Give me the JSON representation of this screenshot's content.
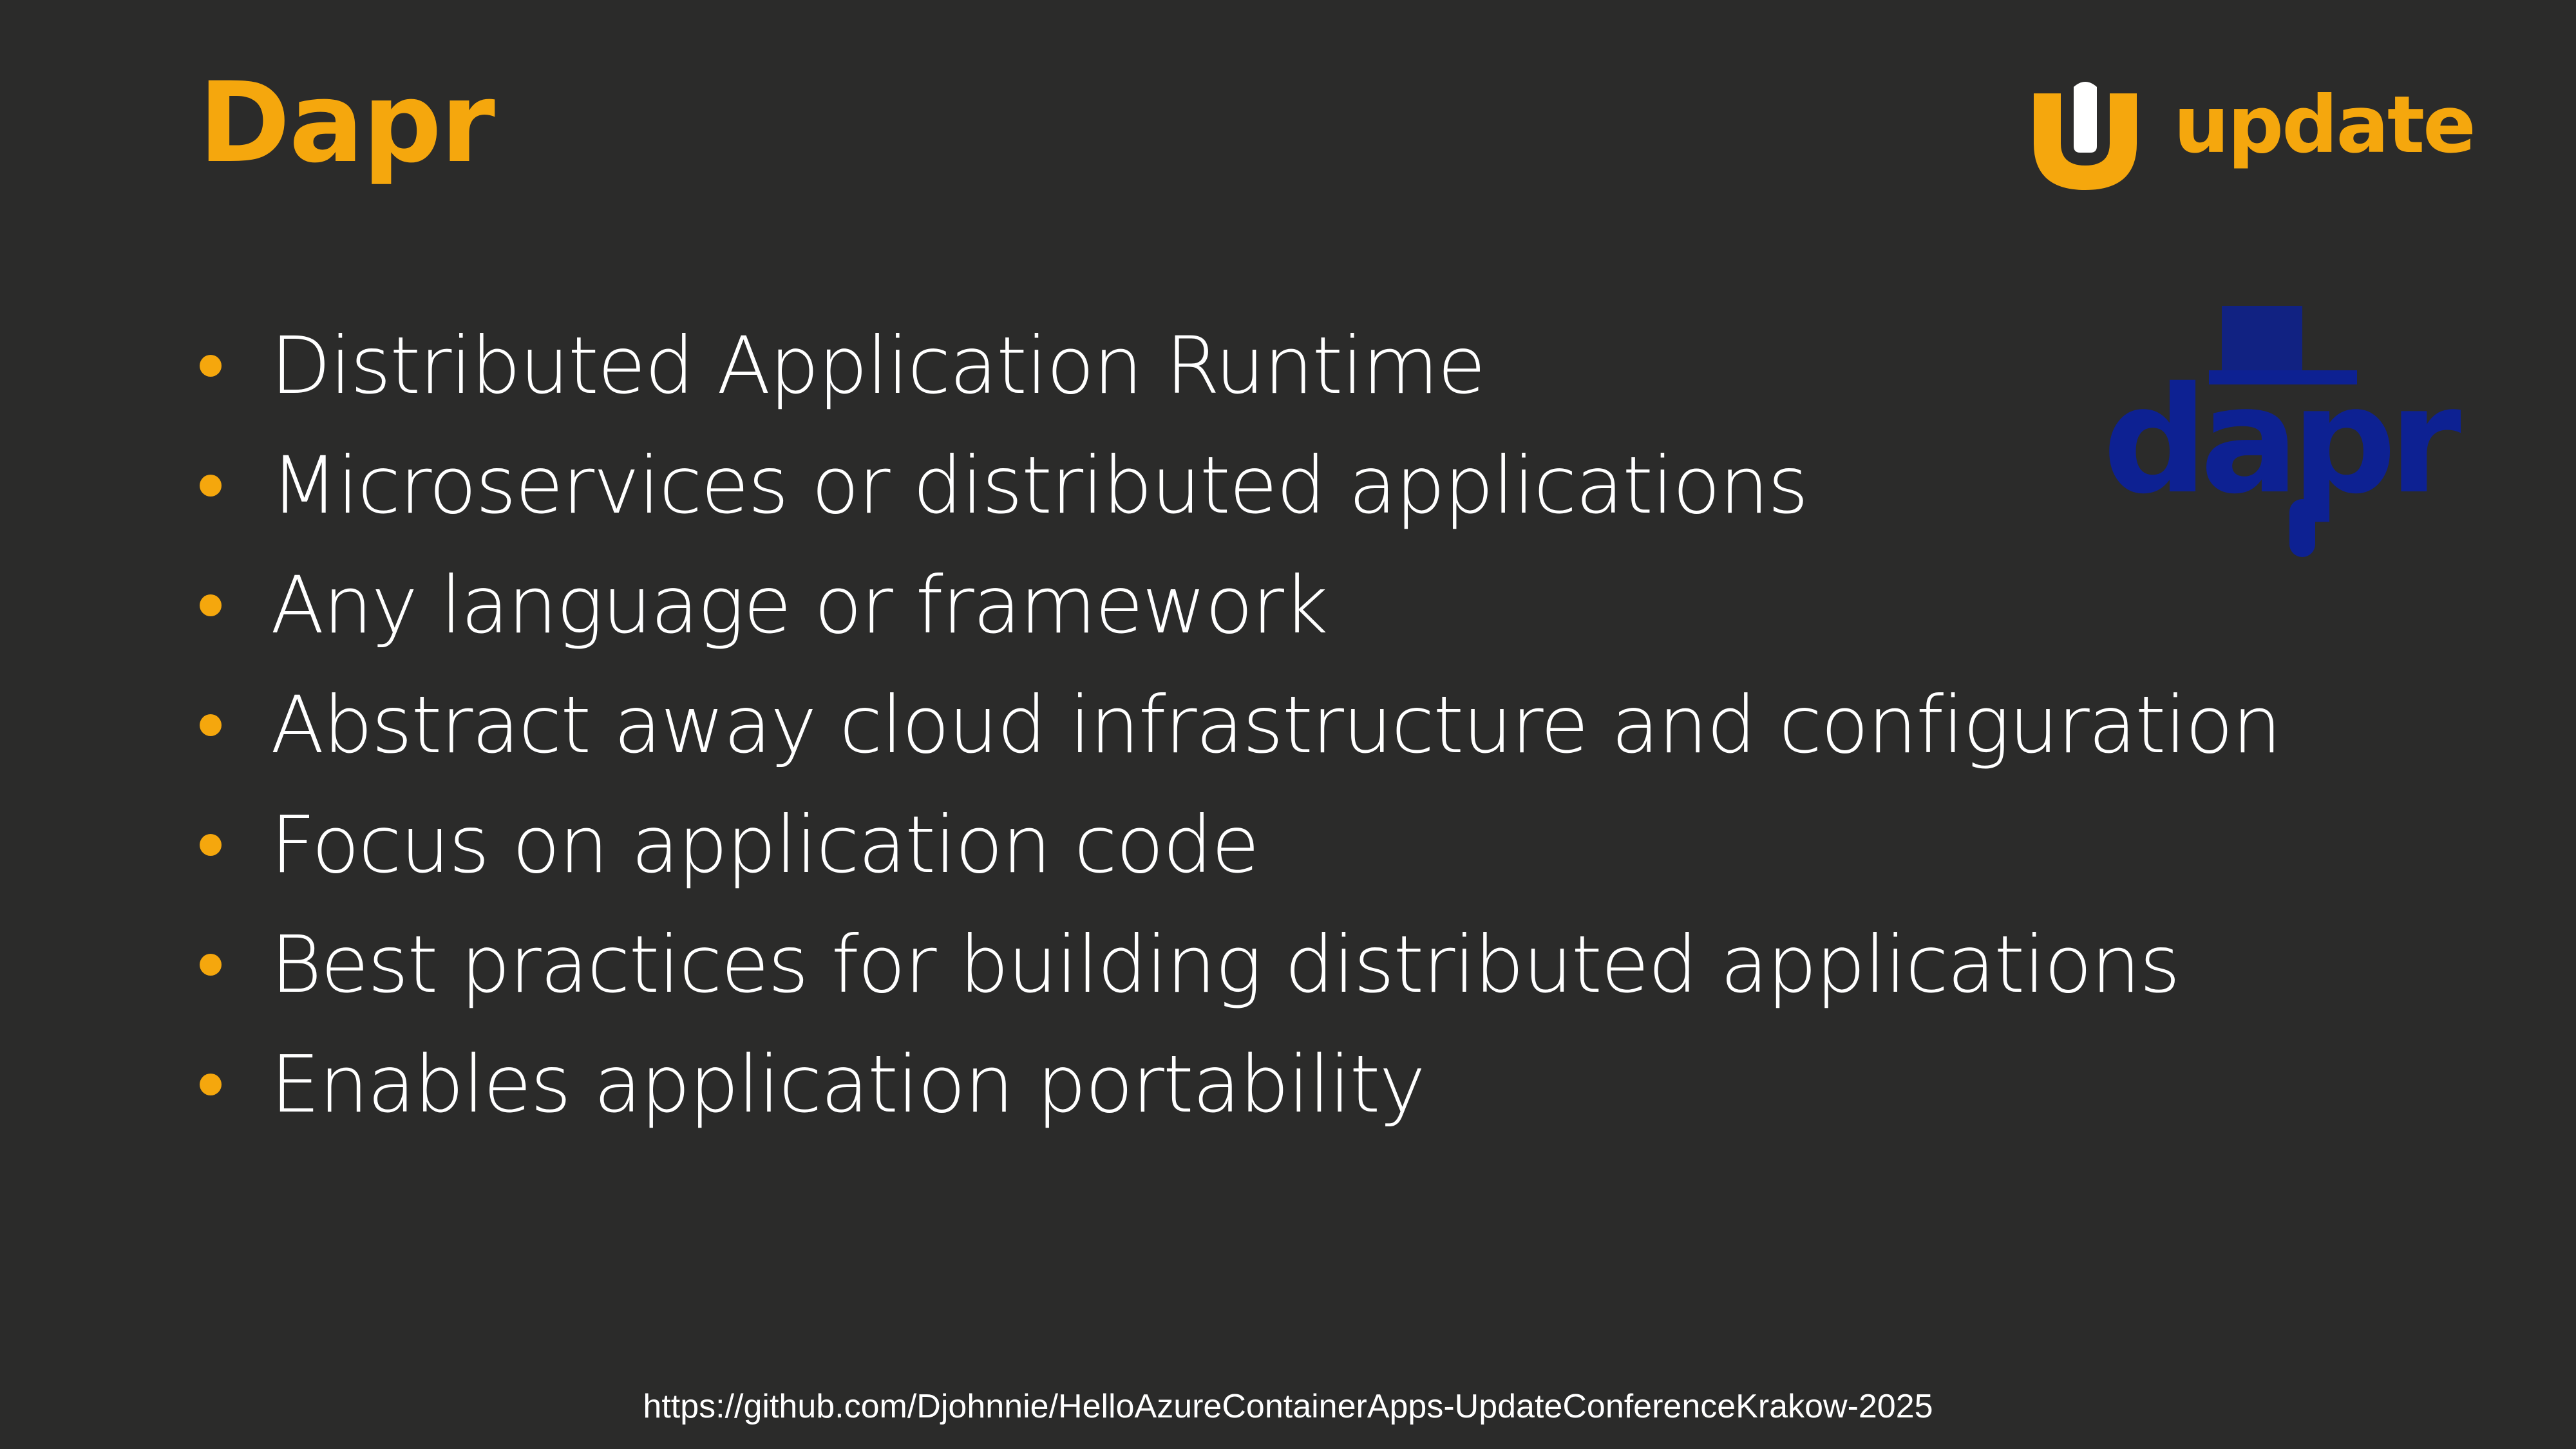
{
  "slide": {
    "title": "Dapr",
    "bullets": [
      "Distributed Application Runtime",
      "Microservices or distributed applications",
      "Any language or framework",
      "Abstract away cloud infrastructure and configuration",
      "Focus on application code",
      "Best practices for building distributed applications",
      "Enables application portability"
    ],
    "footer_url": "https://github.com/Djohnnie/HelloAzureContainerApps-UpdateConferenceKrakow-2025"
  },
  "brand_logo": {
    "wordmark": "update",
    "icon": "u-shield-icon"
  },
  "dapr_logo": {
    "wordmark": "dapr",
    "icon": "top-hat-icon"
  },
  "colors": {
    "background": "#2b2b2a",
    "accent": "#f5a70d",
    "text": "#ffffff",
    "dapr_blue": "#0d2192",
    "footer_text": "#ffffff"
  }
}
